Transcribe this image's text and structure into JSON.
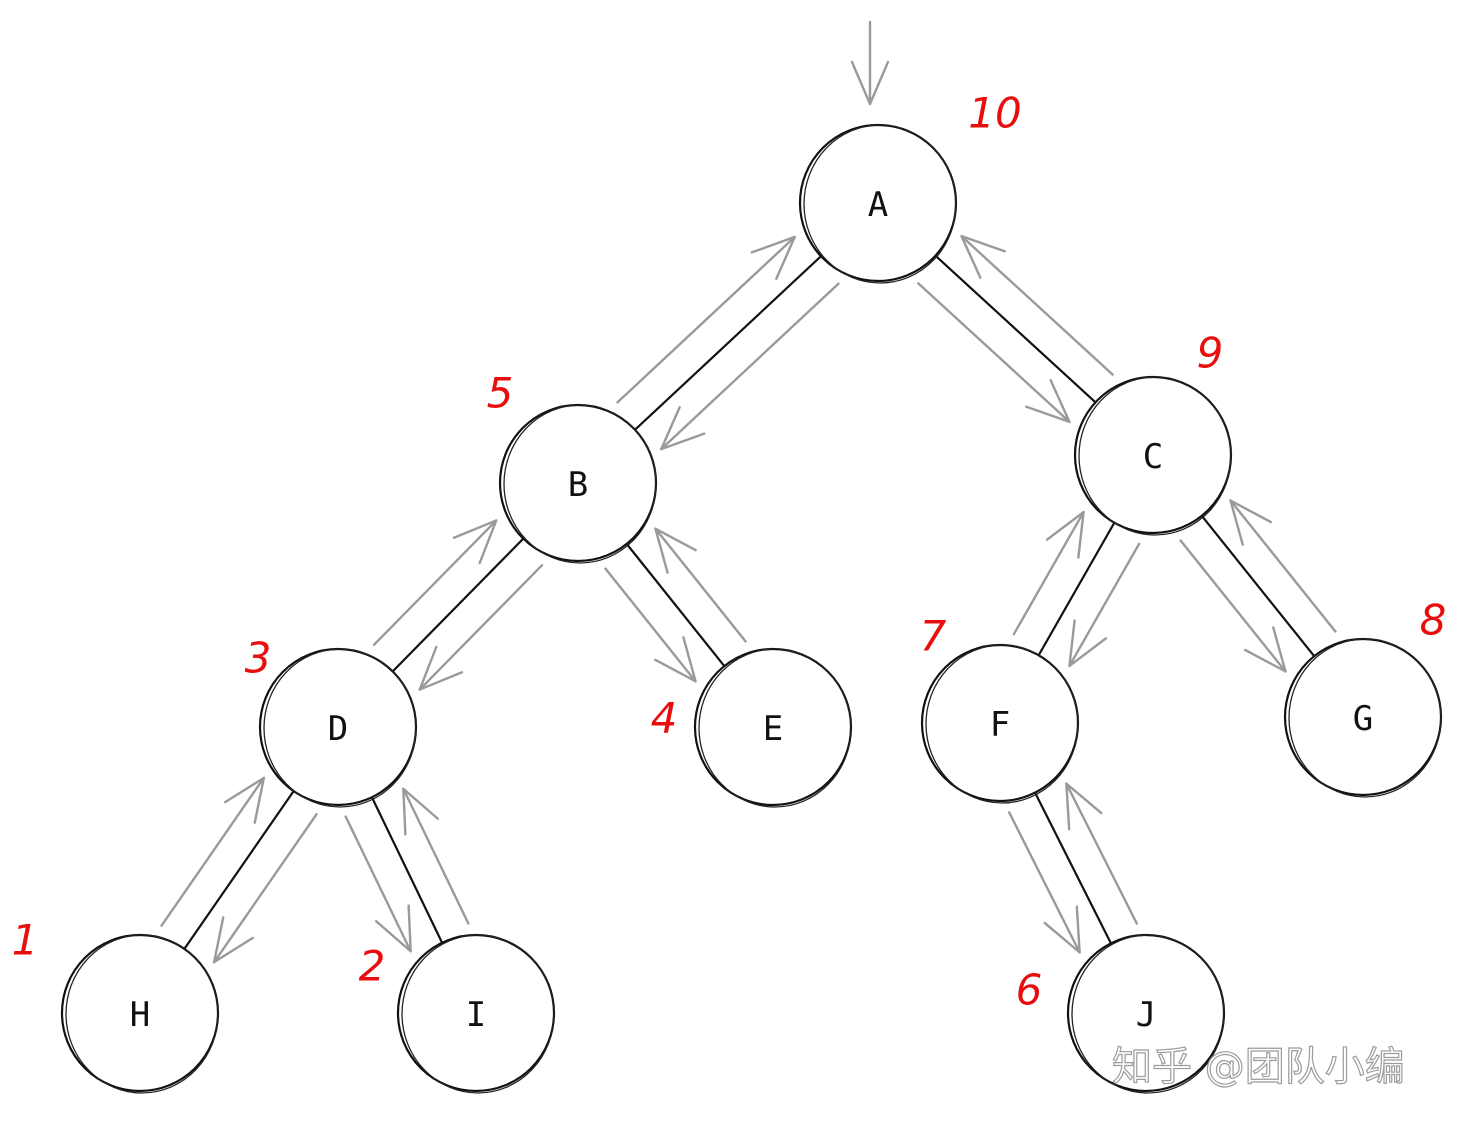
{
  "diagram": {
    "type": "binary-tree-traversal",
    "nodes": [
      {
        "id": "A",
        "label": "A",
        "order": "10"
      },
      {
        "id": "B",
        "label": "B",
        "order": "5"
      },
      {
        "id": "C",
        "label": "C",
        "order": "9"
      },
      {
        "id": "D",
        "label": "D",
        "order": "3"
      },
      {
        "id": "E",
        "label": "E",
        "order": "4"
      },
      {
        "id": "F",
        "label": "F",
        "order": "7"
      },
      {
        "id": "G",
        "label": "G",
        "order": "8"
      },
      {
        "id": "H",
        "label": "H",
        "order": "1"
      },
      {
        "id": "I",
        "label": "I",
        "order": "2"
      },
      {
        "id": "J",
        "label": "J",
        "order": "6"
      }
    ],
    "edges": [
      {
        "from": "A",
        "to": "B"
      },
      {
        "from": "A",
        "to": "C"
      },
      {
        "from": "B",
        "to": "D"
      },
      {
        "from": "B",
        "to": "E"
      },
      {
        "from": "D",
        "to": "H"
      },
      {
        "from": "D",
        "to": "I"
      },
      {
        "from": "C",
        "to": "F"
      },
      {
        "from": "C",
        "to": "G"
      },
      {
        "from": "F",
        "to": "J"
      }
    ],
    "colors": {
      "order_labels": "#e80e0e",
      "traversal_arrows": "#9a9a9a",
      "node_stroke": "#111111"
    }
  },
  "watermark": {
    "text": "知乎 @团队小编"
  }
}
